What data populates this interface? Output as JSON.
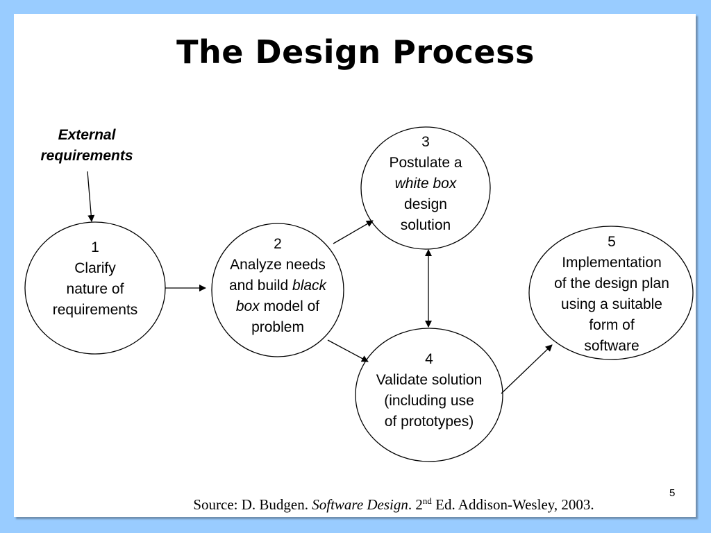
{
  "title": "The Design Process",
  "external_requirements": {
    "line1": "External",
    "line2": "requirements"
  },
  "nodes": [
    {
      "id": "1",
      "lines": [
        "Clarify",
        "nature of",
        "requirements"
      ]
    },
    {
      "id": "2",
      "line1": "Analyze needs",
      "line2_pre": "and build ",
      "line2_em": "black",
      "line3_em": "box",
      "line3_post": " model of",
      "line4": "problem"
    },
    {
      "id": "3",
      "line1": "Postulate a",
      "line2_em": "white box",
      "line3": "design",
      "line4": "solution"
    },
    {
      "id": "4",
      "lines": [
        "Validate solution",
        "(including use",
        "of prototypes)"
      ]
    },
    {
      "id": "5",
      "lines": [
        "Implementation",
        "of the design plan",
        "using a suitable",
        "form of",
        "software"
      ]
    }
  ],
  "source": {
    "pre": "Source: D. Budgen. ",
    "book": "Software Design",
    "after_book": ". 2",
    "sup": "nd",
    "post": " Ed. Addison-Wesley, 2003."
  },
  "page_number": "5"
}
